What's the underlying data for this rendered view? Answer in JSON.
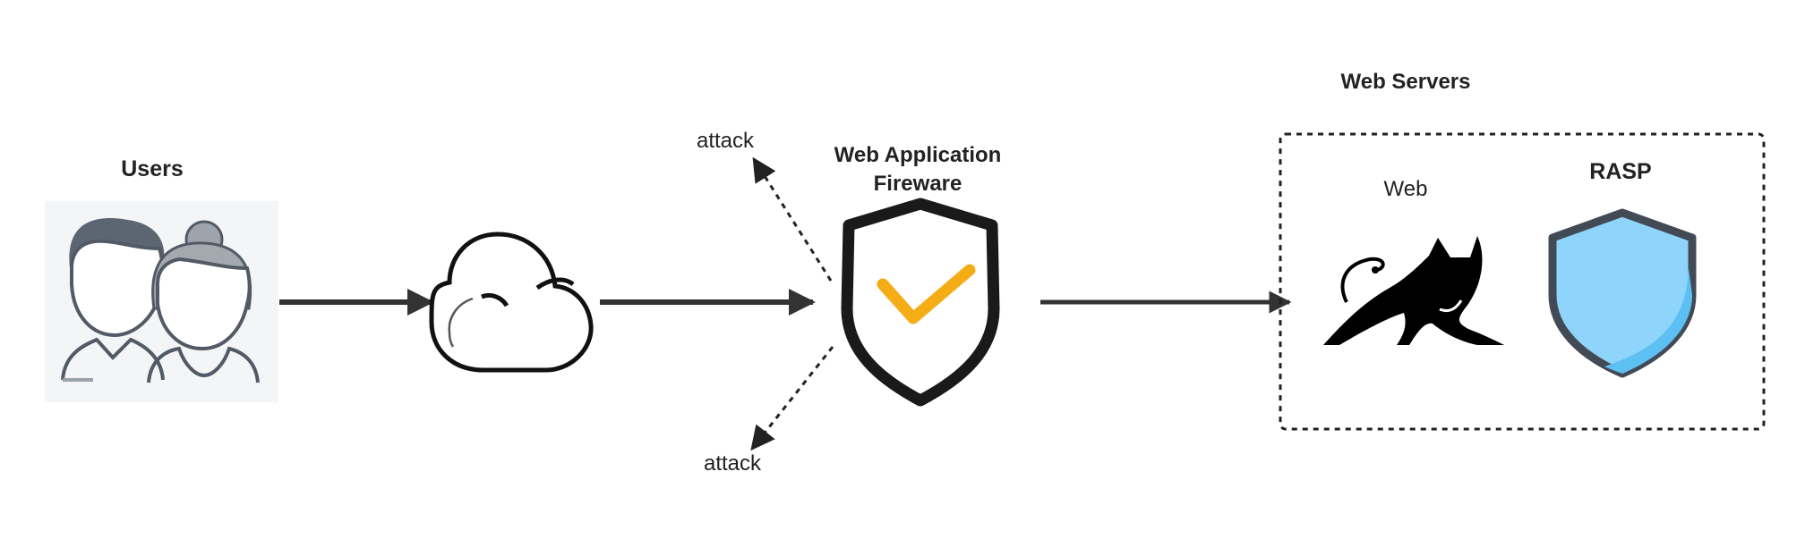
{
  "labels": {
    "users": "Users",
    "attack_top": "attack",
    "attack_bottom": "attack",
    "waf_line1": "Web Application",
    "waf_line2": "Fireware",
    "web_servers": "Web Servers",
    "web": "Web",
    "rasp": "RASP"
  },
  "icons": {
    "users": "users-icon",
    "cloud": "cloud-icon",
    "waf": "waf-shield-check-icon",
    "web": "tomcat-cat-icon",
    "rasp": "rasp-shield-icon"
  },
  "colors": {
    "line": "#333333",
    "check": "#f5ad16",
    "rasp_fill": "#8fd5fb",
    "rasp_stroke": "#424a55"
  }
}
